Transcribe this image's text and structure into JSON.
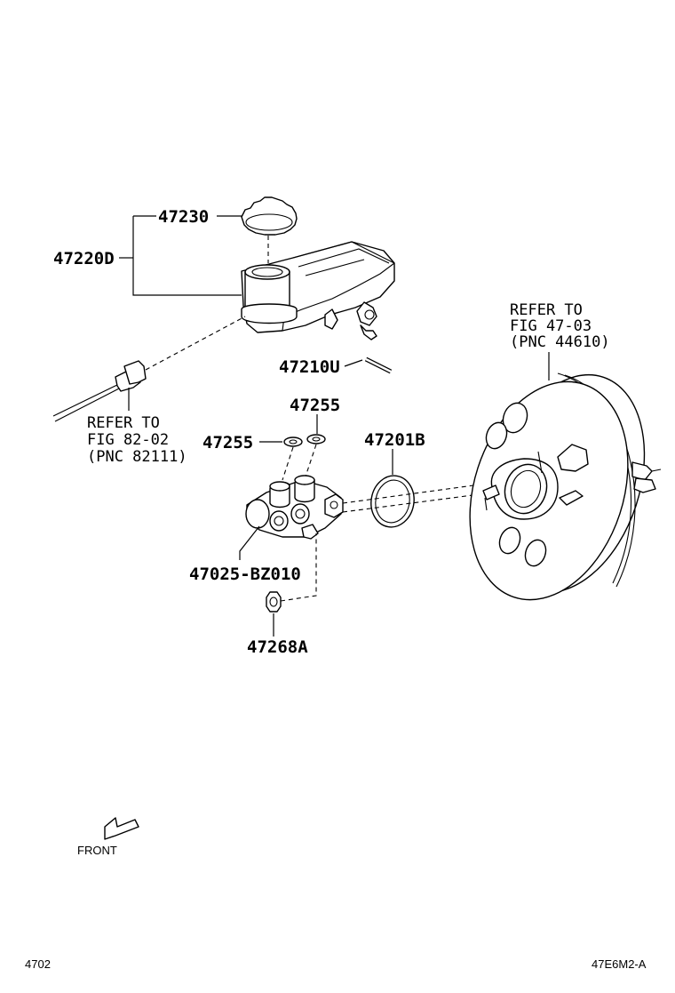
{
  "labels": {
    "p47230": "47230",
    "p47220D": "47220D",
    "p47210U": "47210U",
    "p47255_top": "47255",
    "p47255_left": "47255",
    "p47201B": "47201B",
    "p47025": "47025-BZ010",
    "p47268A": "47268A"
  },
  "refs": {
    "booster": [
      "REFER TO",
      "FIG 47-03",
      "(PNC 44610)"
    ],
    "sensor": [
      "REFER TO",
      "FIG 82-02",
      "(PNC 82111)"
    ]
  },
  "front_label": "FRONT",
  "footer": {
    "left": "4702",
    "right": "47E6M2-A"
  }
}
